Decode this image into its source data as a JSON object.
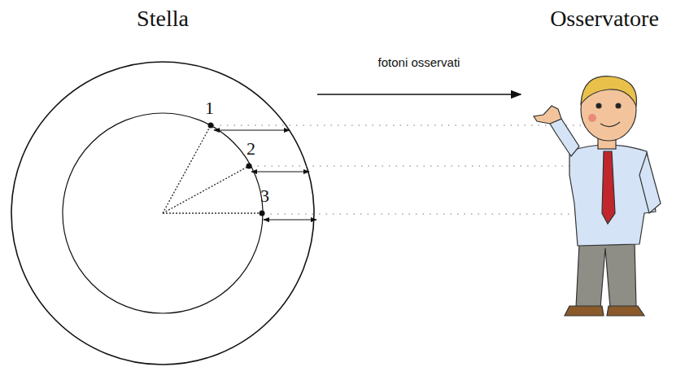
{
  "diagram": {
    "nodes": [
      {
        "text": [
          "Stella"
        ]
      },
      {
        "text": [
          "Osservatore"
        ]
      }
    ],
    "edges": [
      {
        "from": 0,
        "to": 1,
        "arrow": "to",
        "label": "fotoni osservati"
      }
    ],
    "labels": [
      "1",
      "2",
      "3"
    ]
  }
}
